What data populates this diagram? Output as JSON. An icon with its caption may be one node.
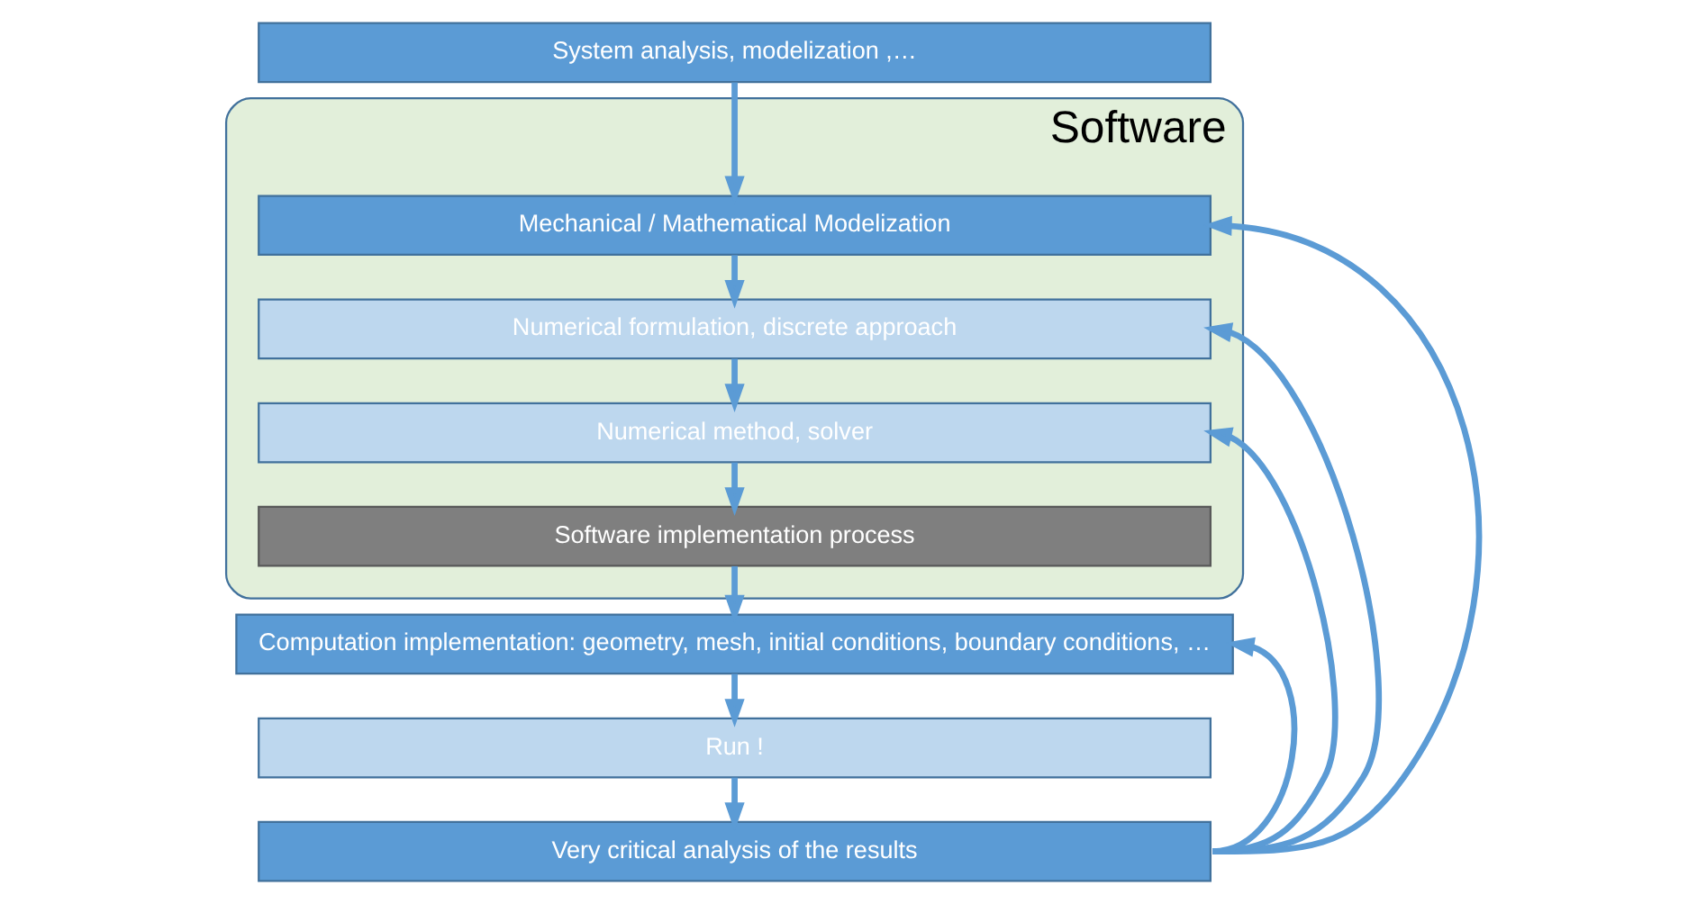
{
  "diagram": {
    "nodes": [
      {
        "text": [
          "System analysis, modelization ,…"
        ]
      },
      {
        "text": [
          "Software"
        ]
      },
      {
        "text": [
          "Mechanical / Mathematical Modelization"
        ],
        "in": 1
      },
      {
        "text": [
          "Numerical formulation, discrete approach"
        ],
        "in": 1
      },
      {
        "text": [
          "Numerical method, solver"
        ],
        "in": 1
      },
      {
        "text": [
          "Software implementation process"
        ],
        "in": 1
      },
      {
        "text": [
          "Computation implementation: geometry, mesh, initial conditions, boundary conditions, …"
        ]
      },
      {
        "text": [
          "Run !"
        ]
      },
      {
        "text": [
          "Very critical analysis of the results"
        ]
      }
    ],
    "edges": [
      {
        "from": 0,
        "to": 2,
        "arrow": "to"
      },
      {
        "from": 2,
        "to": 3,
        "arrow": "to"
      },
      {
        "from": 3,
        "to": 4,
        "arrow": "to"
      },
      {
        "from": 4,
        "to": 5,
        "arrow": "to"
      },
      {
        "from": 5,
        "to": 6,
        "arrow": "to"
      },
      {
        "from": 6,
        "to": 7,
        "arrow": "to"
      },
      {
        "from": 7,
        "to": 8,
        "arrow": "to"
      },
      {
        "from": 8,
        "to": 2,
        "arrow": "to"
      },
      {
        "from": 8,
        "to": 3,
        "arrow": "to"
      },
      {
        "from": 8,
        "to": 4,
        "arrow": "to"
      },
      {
        "from": 8,
        "to": 6,
        "arrow": "to"
      }
    ]
  }
}
